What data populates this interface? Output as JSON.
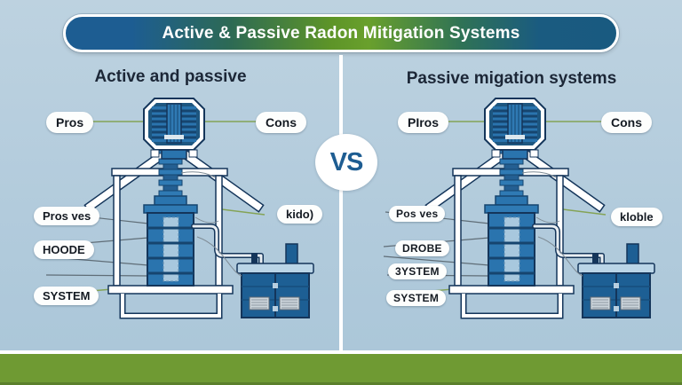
{
  "title": "Active & Passive Radon Mitigation Systems",
  "vs_label": "VS",
  "colors": {
    "background": "#b2cbdc",
    "banner_blue": "#1d5d92",
    "banner_green": "#69a02c",
    "diagram_blue": "#2a74ae",
    "diagram_navy": "#14355a",
    "ground_green": "#6f9a33",
    "vs_text": "#1e5d92",
    "connector_green": "#84a356"
  },
  "left_panel": {
    "header": "Active and passive",
    "pros_label": "Pros",
    "cons_label": "Cons",
    "side_labels": [
      "Pros ves",
      "HOODE",
      "SYSTEM"
    ],
    "callout_label": "kido)"
  },
  "right_panel": {
    "header": "Passive migation systems",
    "pros_label": "PIros",
    "cons_label": "Cons",
    "side_labels": [
      "Pos ves",
      "DROBE",
      "3YSTEM",
      "SYSTEM"
    ],
    "callout_label": "kloble"
  }
}
